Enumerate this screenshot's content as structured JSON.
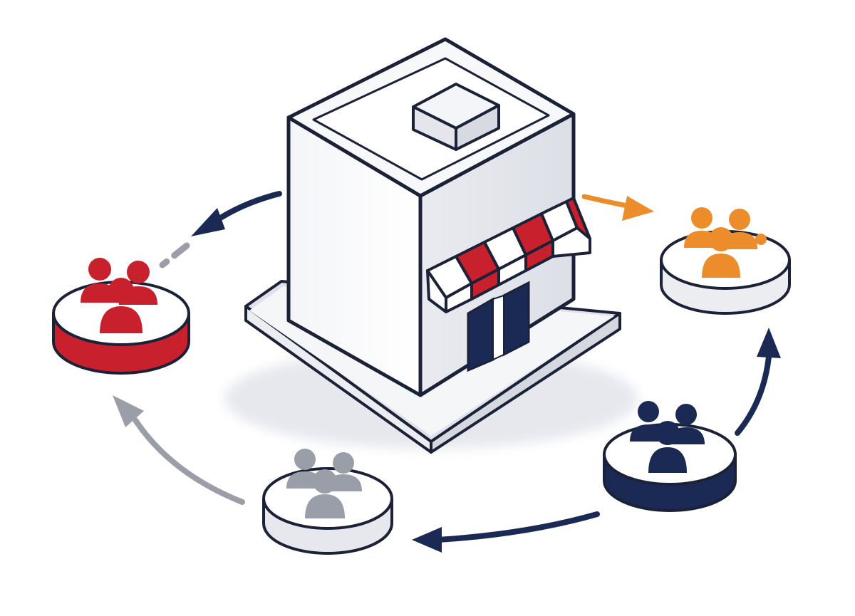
{
  "colors": {
    "navy": "#1b2a55",
    "red": "#c8202c",
    "orange": "#ec8c2a",
    "gray": "#9a9ea8",
    "outline": "#1b2238",
    "surface": "#ffffff"
  },
  "store": {
    "icon": "storefront-icon",
    "awning_colors": [
      "#c8202c",
      "#ffffff"
    ]
  },
  "groups": [
    {
      "id": "red-group",
      "icon": "customers-icon",
      "color": "#c8202c"
    },
    {
      "id": "orange-group",
      "icon": "customers-icon",
      "color": "#ec8c2a"
    },
    {
      "id": "navy-group",
      "icon": "customers-icon",
      "color": "#1b2a55"
    },
    {
      "id": "gray-group",
      "icon": "customers-icon",
      "color": "#9a9ea8"
    }
  ],
  "flows": [
    {
      "from": "store",
      "to": "red-group",
      "color": "#1b2a55",
      "style": "dashed"
    },
    {
      "from": "store",
      "to": "orange-group",
      "color": "#ec8c2a",
      "style": "solid"
    },
    {
      "from": "navy-group",
      "to": "orange-group",
      "color": "#1b2a55",
      "style": "solid"
    },
    {
      "from": "navy-group",
      "to": "gray-group",
      "color": "#1b2a55",
      "style": "solid"
    },
    {
      "from": "gray-group",
      "to": "red-group",
      "color": "#9a9ea8",
      "style": "solid"
    }
  ]
}
